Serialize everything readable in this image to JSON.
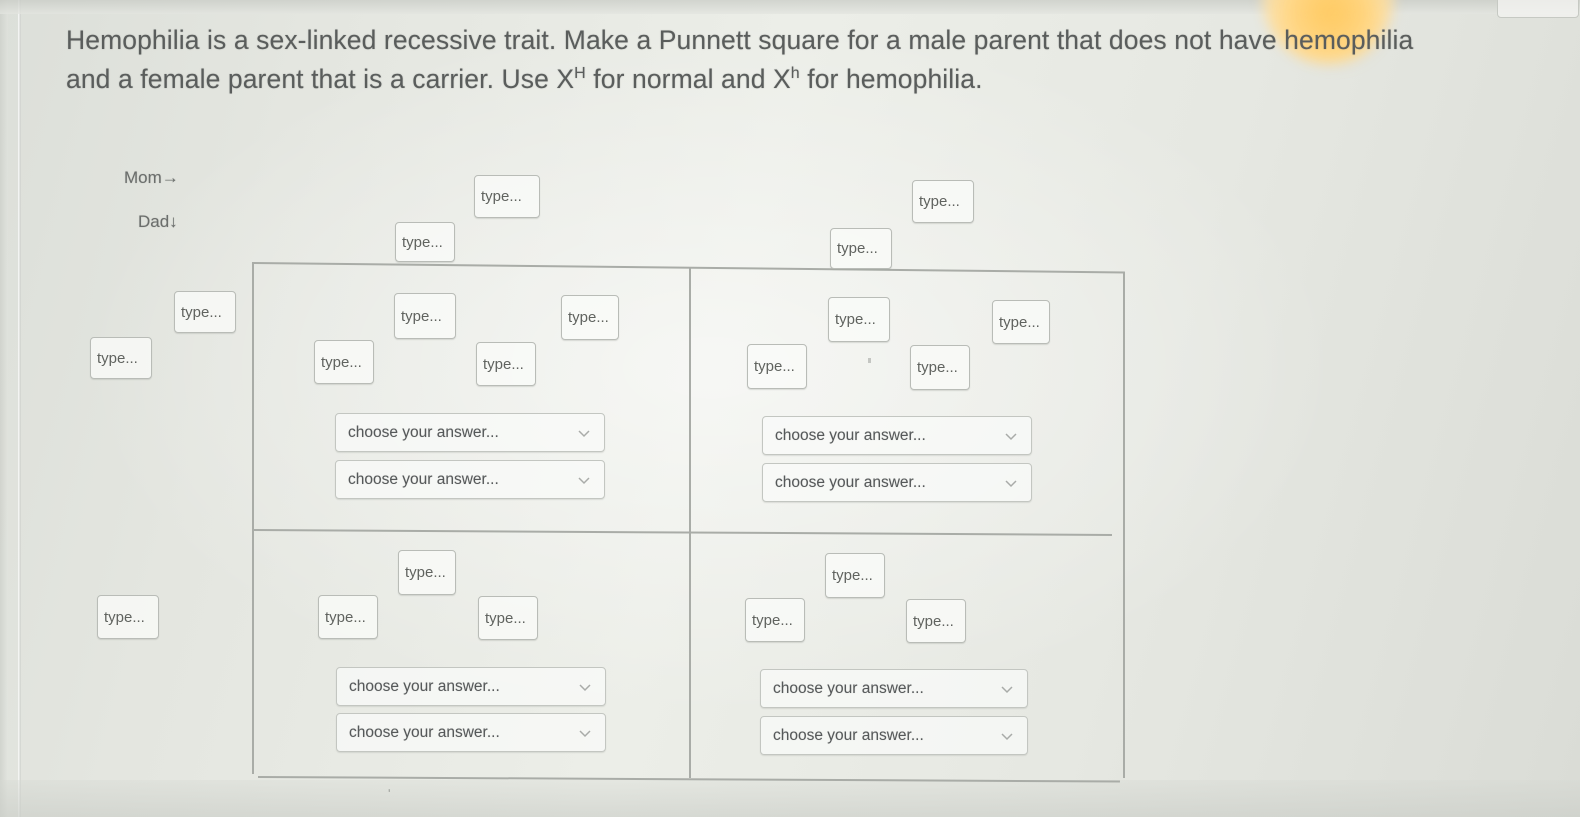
{
  "question": {
    "line1_a": "Hemophilia is a sex-linked recessive trait. Make a Punnett square for a male parent that does not have hemophilia",
    "line2_a": "and a female parent that is a carrier.  Use X",
    "line2_sup1": "H",
    "line2_b": " for normal and X",
    "line2_sup2": "h",
    "line2_c": " for hemophilia."
  },
  "labels": {
    "mom": "Mom→",
    "dad": "Dad↓"
  },
  "placeholders": {
    "type": "type..."
  },
  "select": {
    "placeholder": "choose your answer...",
    "chevron_icon": "chevron-down-icon"
  },
  "colors": {
    "page_background": "#dfe1dc",
    "text": "#5a5d5c",
    "grid_line": "#a9aca7",
    "input_border": "#b9bcb7",
    "select_border": "#c3c6c1",
    "glare": "#ffce6e"
  },
  "grid": {
    "rows": 2,
    "cols": 2,
    "cells": [
      {
        "id": "cell-top-left",
        "inputs": [
          "type...",
          "type...",
          "type...",
          "type..."
        ],
        "selects": [
          "choose your answer...",
          "choose your answer..."
        ]
      },
      {
        "id": "cell-top-right",
        "inputs": [
          "type...",
          "type...",
          "type...",
          "type..."
        ],
        "selects": [
          "choose your answer...",
          "choose your answer..."
        ]
      },
      {
        "id": "cell-bottom-left",
        "inputs": [
          "type...",
          "type...",
          "type..."
        ],
        "selects": [
          "choose your answer...",
          "choose your answer..."
        ]
      },
      {
        "id": "cell-bottom-right",
        "inputs": [
          "type...",
          "type...",
          "type..."
        ],
        "selects": [
          "choose your answer...",
          "choose your answer..."
        ]
      }
    ]
  },
  "outer_inputs": {
    "mom_col1_upper": "type...",
    "mom_col1_lower": "type...",
    "mom_col2_upper": "type...",
    "mom_col2_lower": "type...",
    "dad_row1_upper": "type...",
    "dad_row1_lower": "type...",
    "dad_row2": "type..."
  },
  "stray_mark": "ʹ"
}
